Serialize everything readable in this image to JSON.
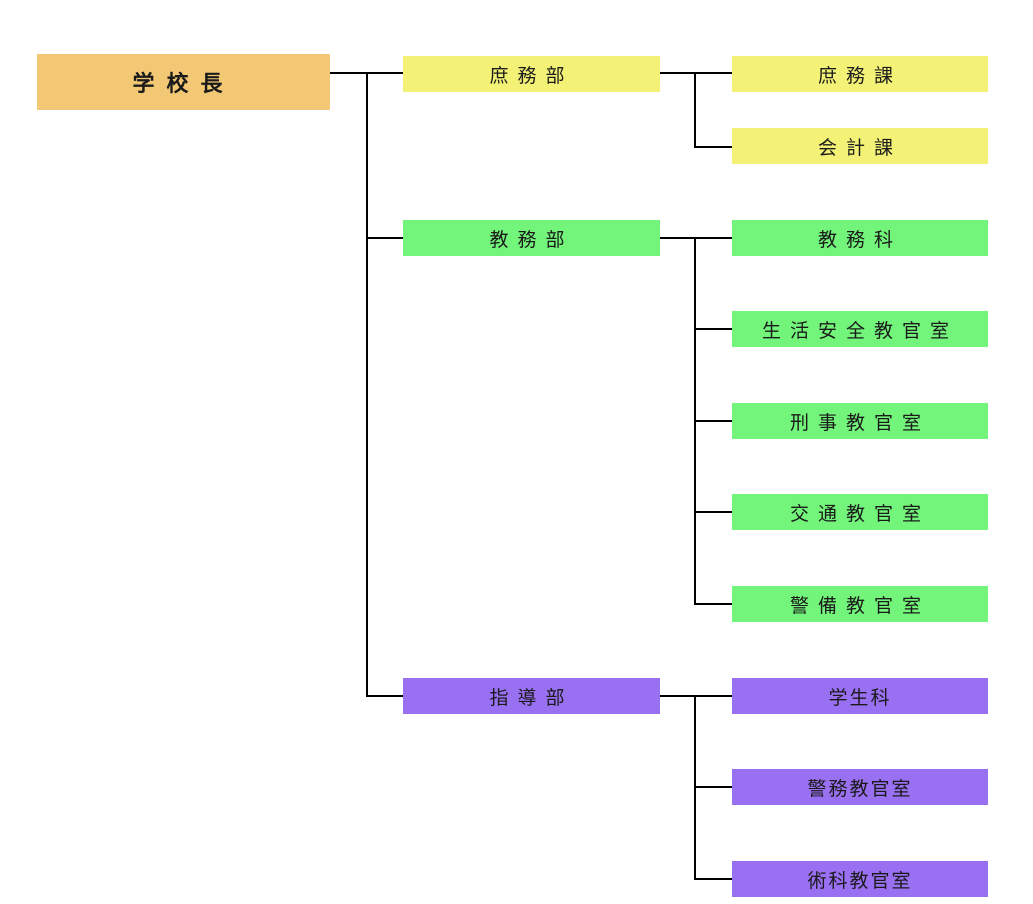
{
  "colors": {
    "root": "#f3c875",
    "general": "#f3f276",
    "education": "#72f57a",
    "guidance": "#9a70f2",
    "connector": "#000000"
  },
  "root": {
    "label": "学校長"
  },
  "departments": [
    {
      "label": "庶務部",
      "color_key": "general",
      "sections": [
        {
          "label": "庶務課"
        },
        {
          "label": "会計課"
        }
      ]
    },
    {
      "label": "教務部",
      "color_key": "education",
      "sections": [
        {
          "label": "教務科"
        },
        {
          "label": "生活安全教官室"
        },
        {
          "label": "刑事教官室"
        },
        {
          "label": "交通教官室"
        },
        {
          "label": "警備教官室"
        }
      ]
    },
    {
      "label": "指導部",
      "color_key": "guidance",
      "sections": [
        {
          "label": "学生科"
        },
        {
          "label": "警務教官室"
        },
        {
          "label": "術科教官室"
        }
      ]
    }
  ]
}
